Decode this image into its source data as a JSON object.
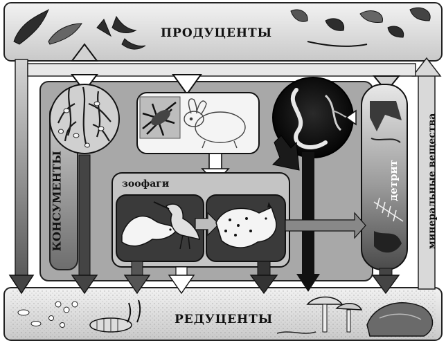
{
  "labels": {
    "producers": "ПРОДУЦЕНТЫ",
    "reducers": "РЕДУЦЕНТЫ",
    "consumers": "КОНСУМЕНТЫ",
    "zoophages": "зоофаги",
    "detritus": "детрит",
    "minerals": "минеральные вещества"
  },
  "colors": {
    "frame_light": "#e6e6e6",
    "frame_mid": "#bdbdbd",
    "panel_gray": "#a8a8a8",
    "dark": "#333333",
    "black": "#111111",
    "ink": "#1a1a1a"
  },
  "pictures": {
    "top_plants": "leaves-and-plants",
    "plant_roots": "plant-roots",
    "herbivores": [
      "grasshopper",
      "rabbit"
    ],
    "earthworm": "earthworm",
    "detritus_items": [
      "dead-leaves",
      "dead-fish-bones"
    ],
    "zoophages": [
      "weasel",
      "bird"
    ],
    "predator": "lynx",
    "soil_organisms": [
      "bacteria",
      "larva",
      "mushrooms",
      "rock"
    ]
  }
}
